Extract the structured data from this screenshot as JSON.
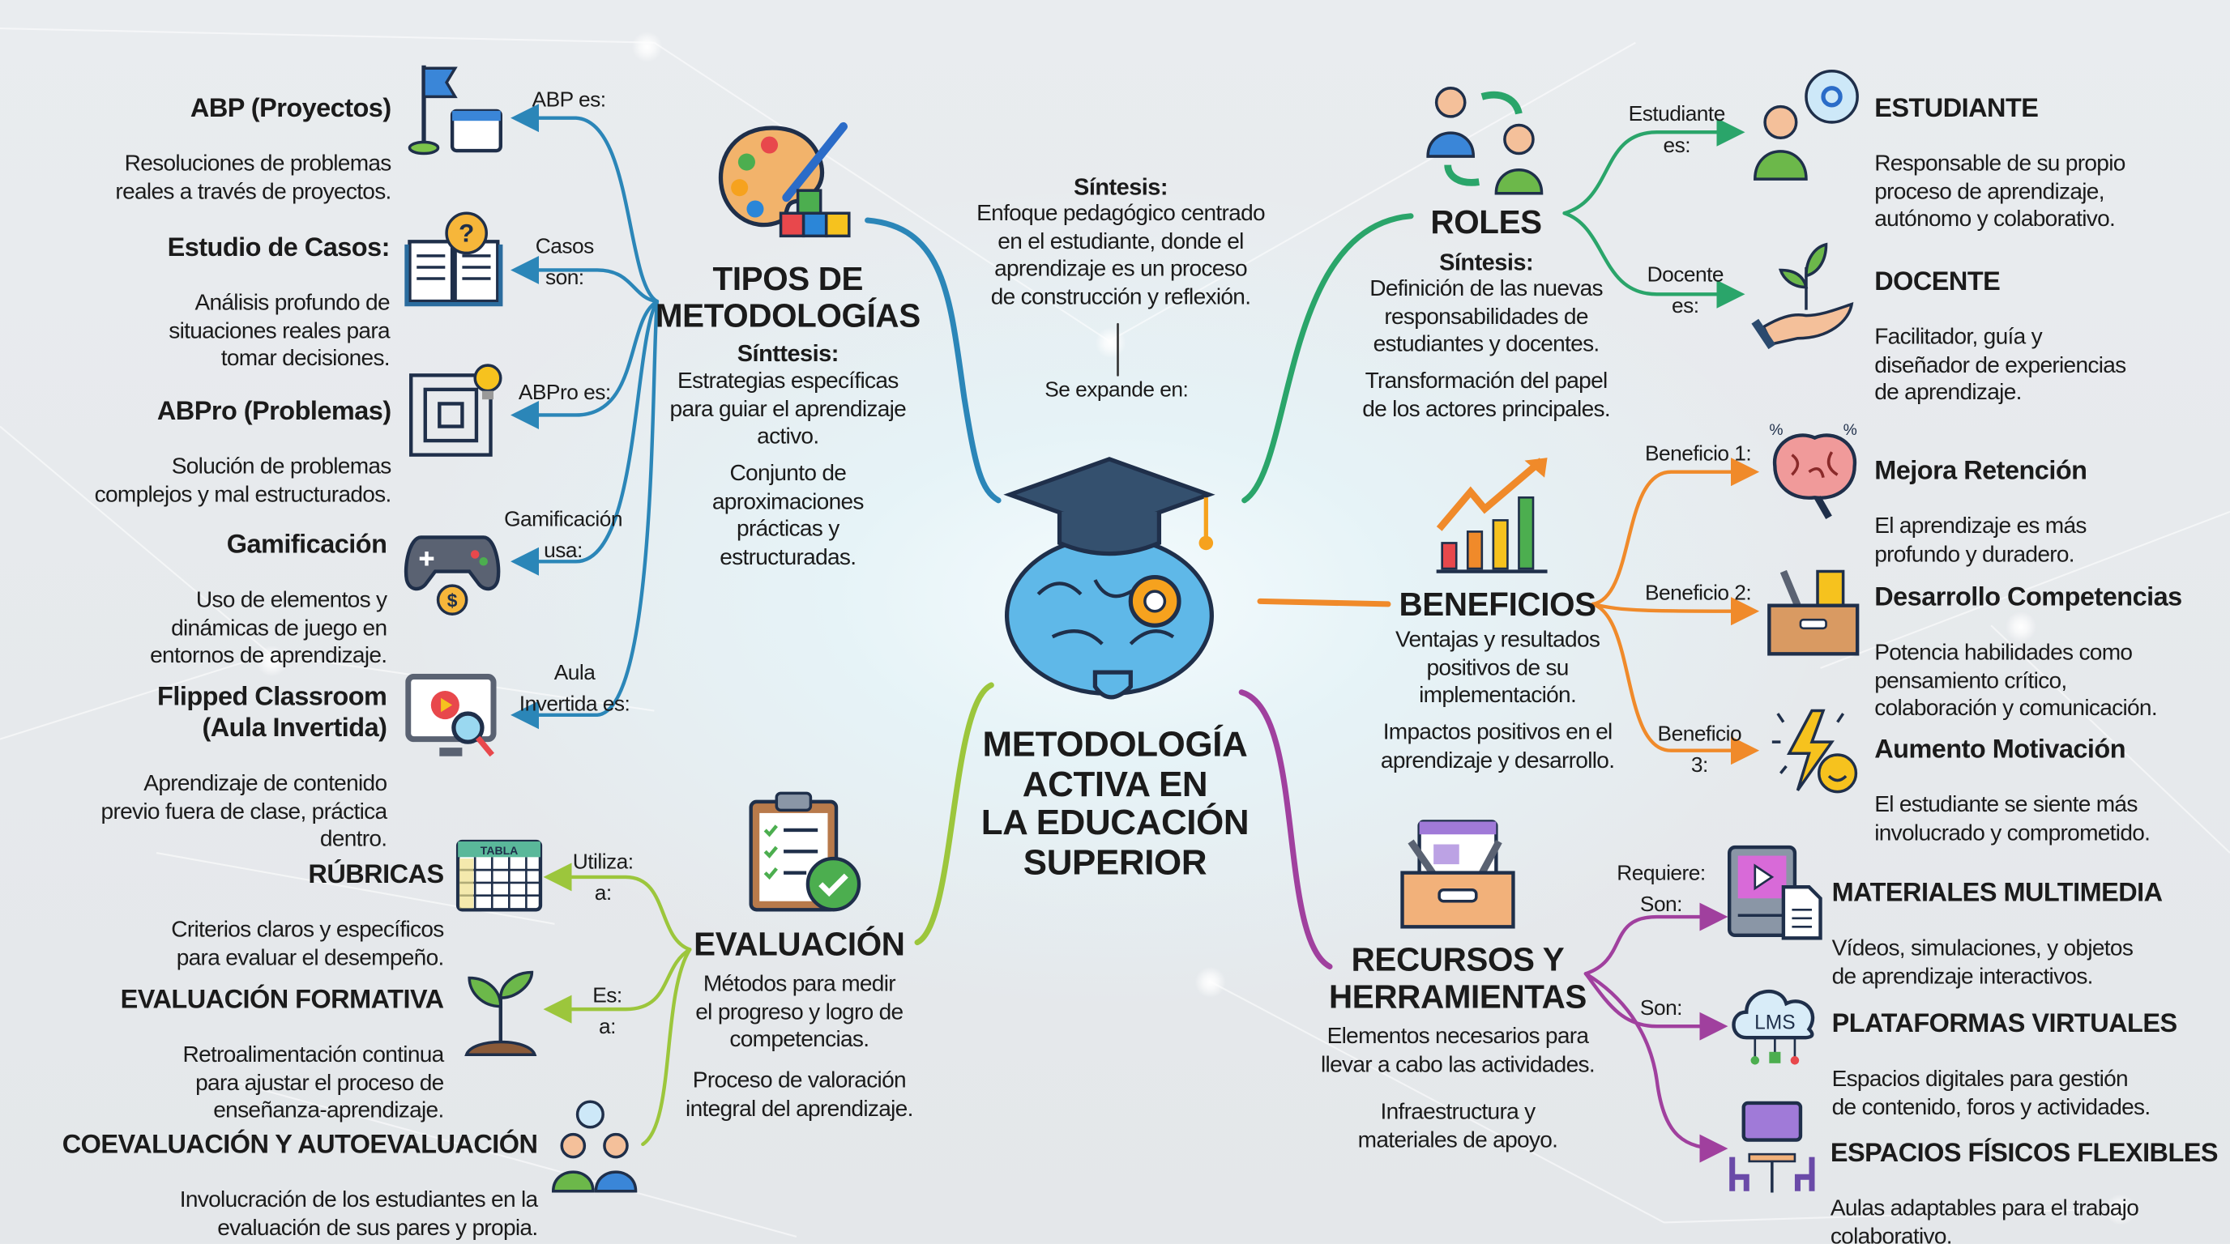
{
  "center": {
    "synthesis_label": "Síntesis:",
    "synthesis_text": "Enfoque pedagógico centrado\nen el estudiante, donde el\naprendizaje es un proceso\nde construcción y reflexión.",
    "expand_label": "Se expande en:",
    "title": "METODOLOGÍA\nACTIVA EN\nLA EDUCACIÓN\nSUPERIOR"
  },
  "metodologias": {
    "title": "TIPOS DE\nMETODOLOGÍAS",
    "synth_label": "Sínttesis:",
    "synth_text": "Estrategias específicas\npara guiar el aprendizaje\nactivo.",
    "extra": "Conjunto de\naproximaciones\nprácticas y\nestructuradas.",
    "items": [
      {
        "connector": "ABP es:",
        "title": "ABP (Proyectos)",
        "desc": "Resoluciones de problemas\nreales a través de proyectos."
      },
      {
        "connector": "Casos\nson:",
        "title": "Estudio de Casos:",
        "desc": "Análisis profundo de\nsituaciones reales para\ntomar decisiones."
      },
      {
        "connector": "ABPro es:",
        "title": "ABPro (Problemas)",
        "desc": "Solución de problemas\ncomplejos y mal estructurados."
      },
      {
        "connector": "Gamificación\nusa:",
        "title": "Gamificación",
        "desc": "Uso de elementos y\ndinámicas de juego en\nentornos de aprendizaje."
      },
      {
        "connector": "Aula\nInvertida es:",
        "title": "Flipped Classroom\n(Aula Invertida)",
        "desc": "Aprendizaje de contenido\nprevio fuera de clase, práctica\ndentro."
      }
    ]
  },
  "evaluacion": {
    "title": "EVALUACIÓN",
    "desc": "Métodos para medir\nel progreso y logro de\ncompetencias.",
    "extra": "Proceso de valoración\nintegral del aprendizaje.",
    "items": [
      {
        "connector": "Utiliza:\na:",
        "title": "RÚBRICAS",
        "desc": "Criterios claros y específicos\npara evaluar el desempeño.",
        "icon_text": "TABLA"
      },
      {
        "connector": "Es:\na:",
        "title": "EVALUACIÓN FORMATIVA",
        "desc": "Retroalimentación continua\npara ajustar el proceso de\nenseñanza-aprendizaje."
      },
      {
        "title": "COEVALUACIÓN Y AUTOEVALUACIÓN",
        "desc": "Involucración de los estudiantes en la\nevaluación de sus pares y propia."
      }
    ]
  },
  "roles": {
    "title": "ROLES",
    "synth_label": "Síntesis:",
    "synth_text": "Definición de las nuevas\nresponsabilidades de\nestudiantes y docentes.",
    "extra": "Transformación del papel\nde los actores principales.",
    "items": [
      {
        "connector": "Estudiante\nes:",
        "title": "ESTUDIANTE",
        "desc": "Responsable de su propio\nproceso de aprendizaje,\nautónomo y colaborativo."
      },
      {
        "connector": "Docente\nes:",
        "title": "DOCENTE",
        "desc": "Facilitador, guía y\ndiseñador de experiencias\nde aprendizaje."
      }
    ]
  },
  "beneficios": {
    "title": "BENEFICIOS",
    "desc": "Ventajas y resultados\npositivos de su\nimplementación.",
    "extra": "Impactos positivos en el\naprendizaje y desarrollo.",
    "items": [
      {
        "connector": "Beneficio 1:",
        "title": "Mejora Retención",
        "desc": "El aprendizaje es más\nprofundo y duradero."
      },
      {
        "connector": "Beneficio 2:",
        "title": "Desarrollo Competencias",
        "desc": "Potencia habilidades como\npensamiento crítico,\ncolaboración y comunicación."
      },
      {
        "connector": "Beneficio\n3:",
        "title": "Aumento Motivación",
        "desc": "El estudiante se siente más\ninvolucrado y comprometido."
      }
    ]
  },
  "recursos": {
    "title": "RECURSOS Y\nHERRAMIENTAS",
    "desc": "Elementos necesarios para\nllevar a cabo las actividades.",
    "extra": "Infraestructura y\nmateriales de apoyo.",
    "items": [
      {
        "connector": "Requiere:\nSon:",
        "title": "MATERIALES MULTIMEDIA",
        "desc": "Vídeos, simulaciones, y objetos\nde aprendizaje interactivos."
      },
      {
        "connector": "Son:",
        "title": "PLATAFORMAS VIRTUALES",
        "desc": "Espacios digitales para gestión\nde contenido, foros y actividades.",
        "icon_text": "LMS"
      },
      {
        "title": "ESPACIOS FÍSICOS FLEXIBLES",
        "desc": "Aulas adaptables para el trabajo\ncolaborativo."
      }
    ]
  },
  "colors": {
    "metodologias": "#2b86b8",
    "roles": "#2aa56a",
    "beneficios": "#f08a2a",
    "recursos": "#a0409e",
    "evaluacion": "#9cc63c"
  }
}
